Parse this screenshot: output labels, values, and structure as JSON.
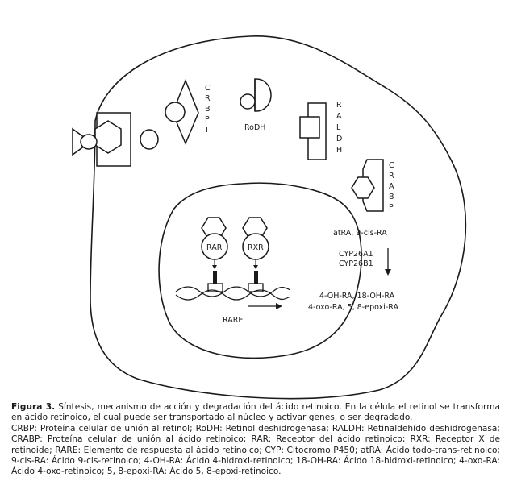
{
  "diagram": {
    "crbp_letters": [
      "C",
      "R",
      "B",
      "P",
      "I"
    ],
    "raldh_letters": [
      "R",
      "A",
      "L",
      "D",
      "H"
    ],
    "crabp_letters": [
      "C",
      "R",
      "A",
      "B",
      "P"
    ],
    "rodh": "RoDH",
    "rar": "RAR",
    "rxr": "RXR",
    "rare": "RARE",
    "atra": "atRA, 9-cis-RA",
    "cyp1": "CYP26A1",
    "cyp2": "CYP26B1",
    "metab1": "4-OH-RA, 18-OH-RA",
    "metab2": "4-oxo-RA, 5, 8-epoxi-RA"
  },
  "caption": {
    "figure_label": "Figura 3.",
    "figure_text": " Síntesis, mecanismo de acción y degradación del ácido retinoico. En la célula el retinol se transforma en ácido retinoico, el cual puede ser transportado al núcleo y activar genes, o ser degradado.",
    "abbreviations": "CRBP: Proteína celular de unión al retinol; RoDH: Retinol deshidrogenasa; RALDH: Retinaldehído deshidrogenasa; CRABP: Proteína celular de unión al ácido retinoico; RAR: Receptor del ácido retinoico; RXR: Receptor X de retinoide; RARE: Elemento de respuesta al ácido retinoico; CYP: Citocromo P450; atRA: Ácido todo-trans-retinoico; 9-cis-RA: Ácido 9-cis-retinoico; 4-OH-RA: Ácido 4-hidroxi-retinoico; 18-OH-RA: Ácido 18-hidroxi-retinoico; 4-oxo-RA: Ácido 4-oxo-retinoico; 5, 8-epoxi-RA: Ácido 5, 8-epoxi-retinoico."
  }
}
